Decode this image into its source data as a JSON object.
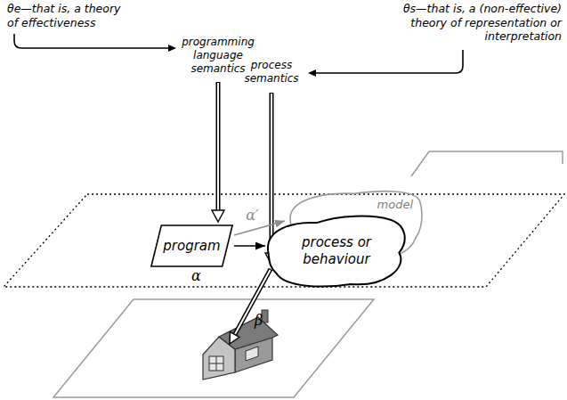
{
  "diagram": {
    "nodes": [
      {
        "text": [
          "program"
        ]
      },
      {
        "text": [
          "model"
        ]
      },
      {
        "text": [
          "process or behaviour"
        ]
      }
    ],
    "edges": [
      {
        "from": 0,
        "to": 2,
        "arrow": "to",
        "label": "α"
      },
      {
        "from": 0,
        "to": 1,
        "arrow": "to",
        "label": "α′"
      }
    ],
    "labels": [
      "θe—that is, a theory of effectiveness",
      "programming language semantics",
      "θs—that is, a (non-effective) theory of representation or interpretation",
      "process semantics",
      "β"
    ]
  }
}
